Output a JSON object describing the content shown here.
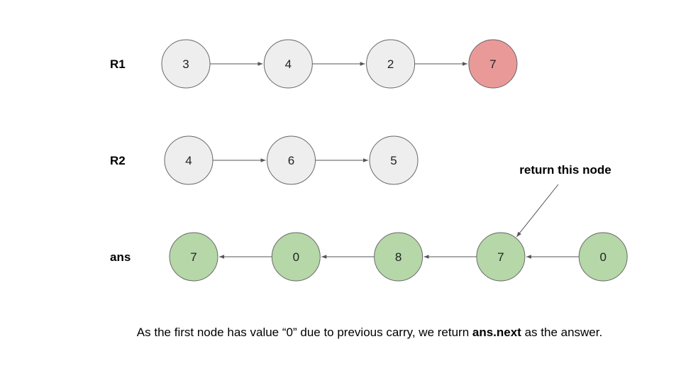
{
  "colors": {
    "neutral": "#eeeeee",
    "highlight": "#ea9999",
    "answer": "#b6d7a8",
    "edge": "#555555"
  },
  "lists": [
    {
      "label": "R1",
      "direction": "right",
      "nodes": [
        {
          "value": "3",
          "fill": "neutral"
        },
        {
          "value": "4",
          "fill": "neutral"
        },
        {
          "value": "2",
          "fill": "neutral"
        },
        {
          "value": "7",
          "fill": "highlight"
        }
      ]
    },
    {
      "label": "R2",
      "direction": "right",
      "nodes": [
        {
          "value": "4",
          "fill": "neutral"
        },
        {
          "value": "6",
          "fill": "neutral"
        },
        {
          "value": "5",
          "fill": "neutral"
        }
      ]
    },
    {
      "label": "ans",
      "direction": "left",
      "nodes": [
        {
          "value": "7",
          "fill": "answer"
        },
        {
          "value": "0",
          "fill": "answer"
        },
        {
          "value": "8",
          "fill": "answer"
        },
        {
          "value": "7",
          "fill": "answer"
        },
        {
          "value": "0",
          "fill": "answer"
        }
      ]
    }
  ],
  "callout": {
    "text": "return this node",
    "target_list": 2,
    "target_node": 3
  },
  "caption": {
    "before": "As the first node has value “0” due to previous carry, we return ",
    "bold": "ans.next",
    "after": " as the answer."
  }
}
